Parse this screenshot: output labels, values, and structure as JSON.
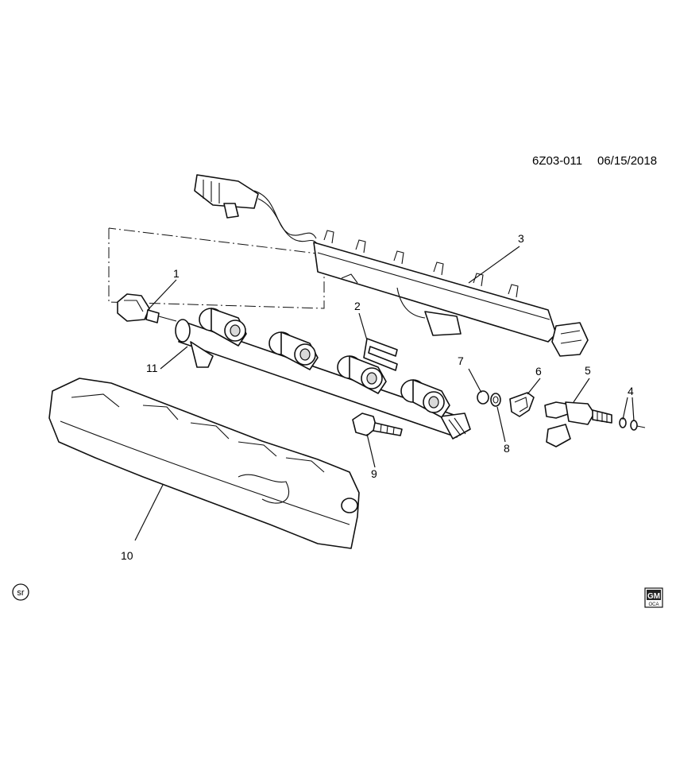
{
  "diagram": {
    "code": "6Z03-011",
    "date": "06/15/2018",
    "callouts": [
      "1",
      "2",
      "3",
      "4",
      "5",
      "6",
      "7",
      "8",
      "9",
      "10",
      "11"
    ],
    "sr_badge": "sr",
    "logo": {
      "top": "GM",
      "bottom": "OCA"
    }
  }
}
